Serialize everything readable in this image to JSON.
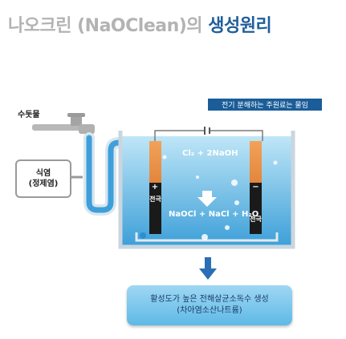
{
  "title": {
    "main": "나오크린 (NaOClean)의 ",
    "accent": "생성원리"
  },
  "tap_label": "수돗물",
  "salt_box": {
    "line1": "식염",
    "line2": "(정제염)"
  },
  "top_badge": "전기 분해하는 주원료는 물임",
  "equation_top": "Cl₂ + 2NaOH",
  "equation_bottom": "NaOCl + NaCl + H₂O",
  "electrode_left": {
    "sign": "+",
    "label": "전극"
  },
  "electrode_right": {
    "sign": "−",
    "label": "전극"
  },
  "result": {
    "line1": "활성도가 높은 전해살균소독수 생성",
    "line2": "(차아염소산나트륨)"
  },
  "colors": {
    "title_gray": "#b3b3b3",
    "accent_blue": "#1f5e9b",
    "electrode_orange": "#e07a2a",
    "water_blue": "#4aa8dc"
  }
}
